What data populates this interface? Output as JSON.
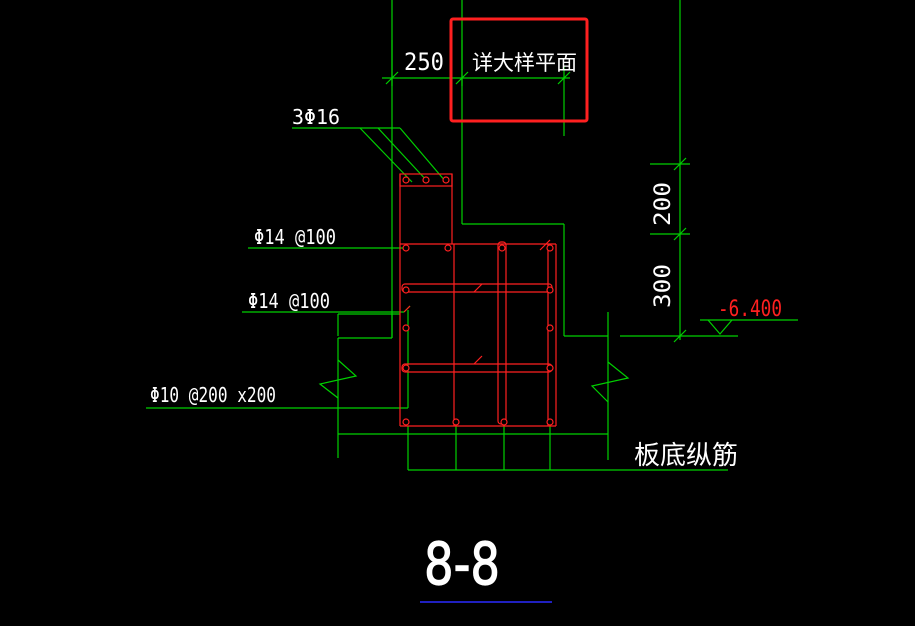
{
  "colors": {
    "background": "#000000",
    "dimension_lines": "#00d000",
    "rebar": "#ff2020",
    "text": "#ffffff",
    "elevation_text": "#ff2020",
    "highlight_box": "#ff2020",
    "underline": "#2a2aff"
  },
  "annotations": {
    "dim_top": "250",
    "detail_note": "详大样平面",
    "top_bars": "3Φ16",
    "stirrup_1": "Φ14 @100",
    "stirrup_2": "Φ14 @100",
    "mesh": "Φ10 @200 x200",
    "dim_200": "200",
    "dim_300": "300",
    "elevation": "-6.400",
    "bottom_bars": "板底纵筋",
    "section_title": "8-8"
  }
}
